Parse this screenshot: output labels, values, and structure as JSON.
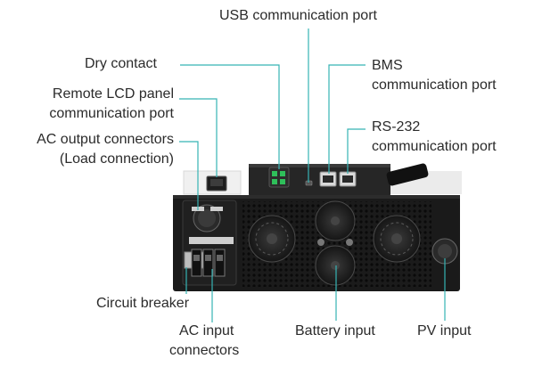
{
  "labels": {
    "usb_port": "USB communication port",
    "dry_contact": "Dry contact",
    "bms_line1": "BMS",
    "bms_line2": "communication port",
    "remote_lcd_line1": "Remote LCD panel",
    "remote_lcd_line2": "communication port",
    "rs232_line1": "RS-232",
    "rs232_line2": "communication port",
    "ac_output_line1": "AC output connectors",
    "ac_output_line2": "(Load connection)",
    "circuit_breaker": "Circuit breaker",
    "ac_input_line1": "AC input",
    "ac_input_line2": "connectors",
    "battery_input": "Battery input",
    "pv_input": "PV input"
  },
  "colors": {
    "leader_line": "#36b3b4",
    "device_body": "#1a1a1a",
    "device_top": "#262626",
    "text": "#2b2b2b"
  }
}
